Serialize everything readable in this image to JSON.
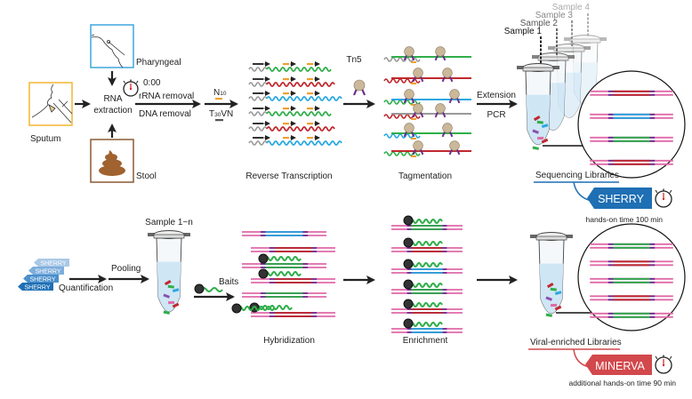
{
  "workflow": {
    "samples": {
      "sputum": "Sputum",
      "pharyngeal": "Pharyngeal",
      "stool": "Stool"
    },
    "rna_extraction": [
      "RNA",
      "extraction"
    ],
    "timer_text": "0:00",
    "removal_steps": [
      "rRNA removal",
      "DNA removal"
    ],
    "primers": {
      "n10": "N",
      "n10_sub": "10",
      "t30vn": "T",
      "t30vn_sub": "30",
      "t30vn_end": "VN"
    },
    "reverse_transcription": "Reverse Transcription",
    "tn5": "Tn5",
    "tagmentation": "Tagmentation",
    "extension": "Extension",
    "pcr": "PCR",
    "sample_labels": [
      "Sample 1",
      "Sample 2",
      "Sample 3",
      "Sample 4"
    ],
    "sequencing_libraries": "Sequencing Libraries",
    "sherry": "SHERRY",
    "sherry_time": "hands-on time 100 min",
    "stack_tags": [
      "SHERRY",
      "SHERRY",
      "SHERRY",
      "SHERRY"
    ],
    "quantification": "Quantification",
    "pooling": "Pooling",
    "pooled_sample": "Sample 1~n",
    "baits": "Baits",
    "hybridization": "Hybridization",
    "enrichment": "Enrichment",
    "viral_libraries": "Viral-enriched Libraries",
    "minerva": "MINERVA",
    "minerva_time": "additional hands-on time 90 min"
  },
  "colors": {
    "sputum_frame": "#f2b632",
    "pharyngeal_frame": "#3ea7dd",
    "stool_frame": "#8b5a33",
    "stool": "#a0622f",
    "sherry_blue": "#1f6fb4",
    "minerva_red": "#d2484c",
    "adapter_pink": "#e06aa8",
    "adapter_purple": "#6b2c8f",
    "insert_red": "#c0282d",
    "insert_blue": "#2aa8e0",
    "insert_green": "#2fae4a",
    "bait_green": "#2fae4a",
    "primer_orange": "#f0a030",
    "tube_liquid": "#cfe6f5",
    "tn5_body": "#cbb89a"
  }
}
